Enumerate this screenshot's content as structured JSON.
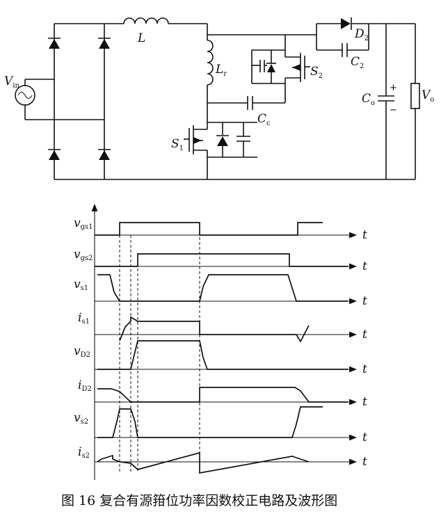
{
  "circuit": {
    "labels": {
      "vin": "V",
      "vin_sub": "in",
      "L": "L",
      "Lr": "L",
      "Lr_sub": "r",
      "S2": "S",
      "S2_sub": "2",
      "Cc": "C",
      "Cc_sub": "c",
      "S1": "S",
      "S1_sub": "1",
      "D2": "D",
      "D2_sub": "2",
      "C2": "C",
      "C2_sub": "2",
      "Co": "C",
      "Co_sub": "o",
      "Vo": "V",
      "Vo_sub": "o",
      "plus": "+",
      "minus": "−"
    }
  },
  "waveforms": {
    "t_label": "t",
    "signals": [
      {
        "id": "vgs1",
        "main": "v",
        "sub": "gs1"
      },
      {
        "id": "vgs2",
        "main": "v",
        "sub": "gs2"
      },
      {
        "id": "vs1",
        "main": "v",
        "sub": "s1"
      },
      {
        "id": "is1",
        "main": "i",
        "sub": "s1"
      },
      {
        "id": "vD2",
        "main": "v",
        "sub": "D2"
      },
      {
        "id": "iD2",
        "main": "i",
        "sub": "D2"
      },
      {
        "id": "vs2",
        "main": "v",
        "sub": "s2"
      },
      {
        "id": "is2",
        "main": "i",
        "sub": "s2"
      }
    ]
  },
  "caption": "图 16    复合有源箝位功率因数校正电路及波形图"
}
